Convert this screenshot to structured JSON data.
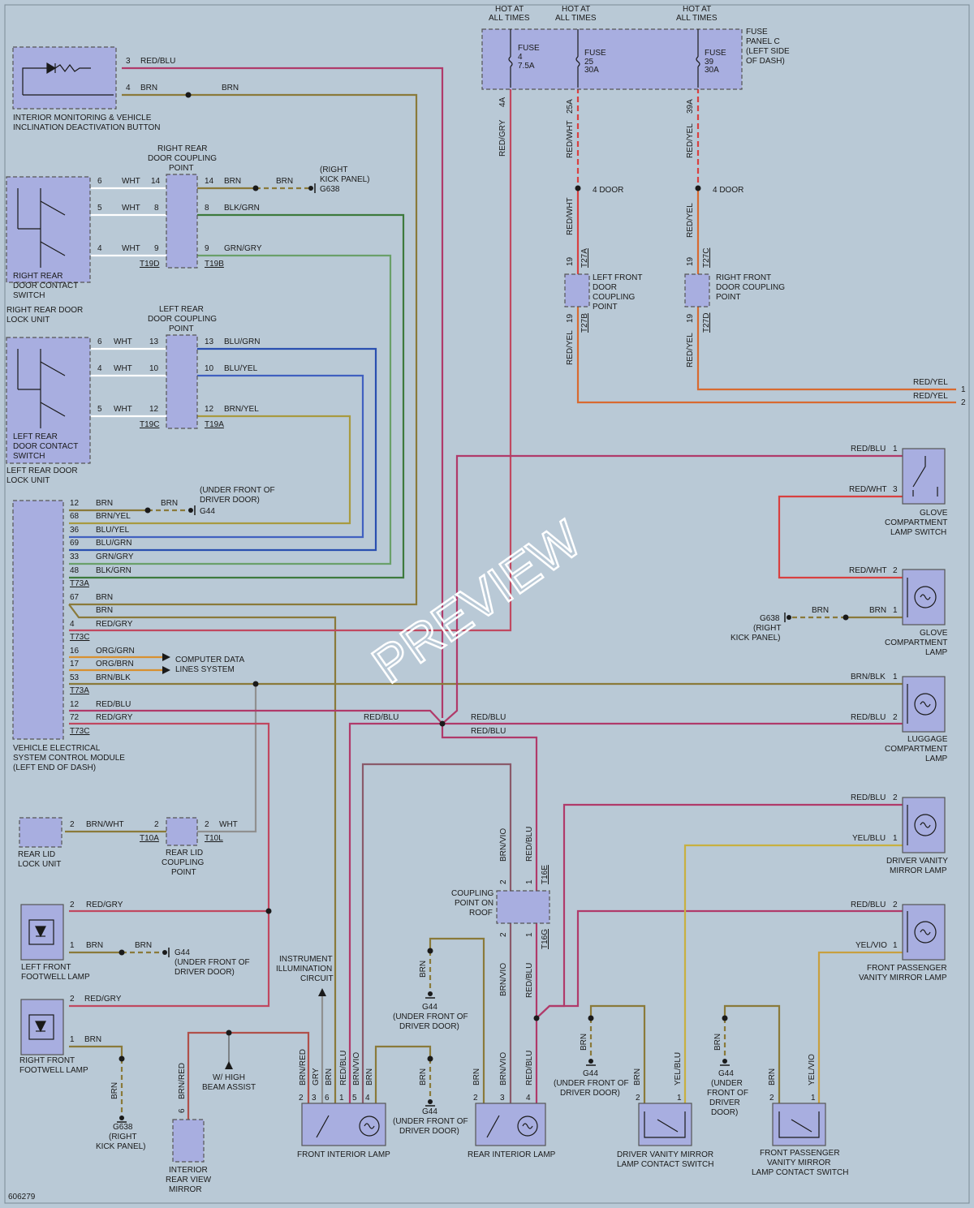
{
  "colors": {
    "background": "#b9c9d6",
    "component_fill": "#a8aee0",
    "wire_red_blu": "#b03a6a",
    "wire_brn": "#8a7a3a",
    "wire_wht": "#ffffff",
    "wire_blk_grn": "#3d7a3d",
    "wire_grn_gry": "#6aa06a",
    "wire_blu_grn": "#2a4fb0",
    "wire_blu_yel": "#4060c0",
    "wire_brn_yel": "#a89a40",
    "wire_red_gry": "#c04860",
    "wire_red_wht": "#d84040",
    "wire_red_yel": "#d86a30",
    "wire_org": "#d89030",
    "wire_yel_vio": "#c8a040",
    "wire_gry": "#909090"
  },
  "watermark": "PREVIEW",
  "diagram_id": "606279",
  "fuse_panel": {
    "hot_labels": [
      "HOT AT",
      "ALL TIMES"
    ],
    "panel_label": [
      "FUSE",
      "PANEL C",
      "(LEFT SIDE",
      "OF DASH)"
    ],
    "fuses": [
      {
        "name": "FUSE",
        "num": "4",
        "amp": "7.5A",
        "pin": "4A",
        "wire": "RED/GRY"
      },
      {
        "name": "FUSE",
        "num": "25",
        "amp": "30A",
        "pin": "25A",
        "wire": "RED/WHT"
      },
      {
        "name": "FUSE",
        "num": "39",
        "amp": "30A",
        "pin": "39A",
        "wire": "RED/YEL"
      }
    ],
    "four_door": "4 DOOR"
  },
  "components": {
    "interior_monitoring": [
      "INTERIOR MONITORING & VEHICLE",
      "INCLINATION DEACTIVATION BUTTON"
    ],
    "rr_coupling": [
      "RIGHT REAR",
      "DOOR COUPLING",
      "POINT"
    ],
    "rr_contact": [
      "RIGHT REAR",
      "DOOR CONTACT",
      "SWITCH"
    ],
    "rr_lock": [
      "RIGHT REAR DOOR",
      "LOCK UNIT"
    ],
    "lr_coupling": [
      "LEFT REAR",
      "DOOR COUPLING",
      "POINT"
    ],
    "lr_contact": [
      "LEFT REAR",
      "DOOR CONTACT",
      "SWITCH"
    ],
    "lr_lock": [
      "LEFT REAR DOOR",
      "LOCK UNIT"
    ],
    "vescm": [
      "VEHICLE ELECTRICAL",
      "SYSTEM CONTROL MODULE",
      "(LEFT END OF DASH)"
    ],
    "rear_lid_lock": [
      "REAR LID",
      "LOCK UNIT"
    ],
    "rear_lid_coupling": [
      "REAR LID",
      "COUPLING",
      "POINT"
    ],
    "lf_footwell": [
      "LEFT FRONT",
      "FOOTWELL LAMP"
    ],
    "rf_footwell": [
      "RIGHT FRONT",
      "FOOTWELL LAMP"
    ],
    "lf_coupling": [
      "LEFT FRONT",
      "DOOR",
      "COUPLING",
      "POINT"
    ],
    "rf_coupling": [
      "RIGHT FRONT",
      "DOOR COUPLING",
      "POINT"
    ],
    "glove_switch": [
      "GLOVE",
      "COMPARTMENT",
      "LAMP SWITCH"
    ],
    "glove_lamp": [
      "GLOVE",
      "COMPARTMENT",
      "LAMP"
    ],
    "luggage_lamp": [
      "LUGGAGE",
      "COMPARTMENT",
      "LAMP"
    ],
    "driver_vanity": [
      "DRIVER VANITY",
      "MIRROR LAMP"
    ],
    "fp_vanity": [
      "FRONT PASSENGER",
      "VANITY MIRROR LAMP"
    ],
    "coupling_roof": [
      "COUPLING",
      "POINT ON",
      "ROOF"
    ],
    "instrument": [
      "INSTRUMENT",
      "ILLUMINATION",
      "CIRCUIT"
    ],
    "high_beam": [
      "W/ HIGH",
      "BEAM ASSIST"
    ],
    "interior_mirror": [
      "INTERIOR",
      "REAR VIEW",
      "MIRROR"
    ],
    "front_interior": "FRONT INTERIOR LAMP",
    "rear_interior": "REAR INTERIOR LAMP",
    "driver_vanity_switch": [
      "DRIVER VANITY MIRROR",
      "LAMP CONTACT SWITCH"
    ],
    "fp_vanity_switch": [
      "FRONT PASSENGER",
      "VANITY MIRROR",
      "LAMP CONTACT SWITCH"
    ],
    "computer_data": [
      "COMPUTER DATA",
      "LINES SYSTEM"
    ]
  },
  "grounds": {
    "g638_rkp": [
      "(RIGHT",
      "KICK PANEL)"
    ],
    "g638": "G638",
    "g44": "G44",
    "g44_uf": [
      "(UNDER FRONT OF",
      "DRIVER DOOR)"
    ],
    "g638_right": [
      "G638",
      "(RIGHT",
      "KICK PANEL)"
    ],
    "g44_uf_short": [
      "G44",
      "(UNDER",
      "FRONT OF",
      "DRIVER",
      "DOOR)"
    ]
  },
  "connectors": {
    "t19d": "T19D",
    "t19b": "T19B",
    "t19c": "T19C",
    "t19a": "T19A",
    "t73a": "T73A",
    "t73c": "T73C",
    "t10a": "T10A",
    "t10l": "T10L",
    "t27a": "T27A",
    "t27b": "T27B",
    "t27c": "T27C",
    "t27d": "T27D",
    "t16e": "T16E",
    "t16g": "T16G"
  },
  "wires": {
    "red_blu": "RED/BLU",
    "brn": "BRN",
    "wht": "WHT",
    "blk_grn": "BLK/GRN",
    "grn_gry": "GRN/GRY",
    "blu_grn": "BLU/GRN",
    "blu_yel": "BLU/YEL",
    "brn_yel": "BRN/YEL",
    "red_gry": "RED/GRY",
    "org_grn": "ORG/GRN",
    "org_brn": "ORG/BRN",
    "brn_blk": "BRN/BLK",
    "brn_wht": "BRN/WHT",
    "red_wht": "RED/WHT",
    "red_yel": "RED/YEL",
    "yel_blu": "YEL/BLU",
    "yel_vio": "YEL/VIO",
    "brn_vio": "BRN/VIO",
    "brn_red": "BRN/RED",
    "gry": "GRY"
  },
  "pins": {
    "p1": "1",
    "p2": "2",
    "p3": "3",
    "p4": "4",
    "p5": "5",
    "p6": "6",
    "p8": "8",
    "p9": "9",
    "p10": "10",
    "p12": "12",
    "p13": "13",
    "p14": "14",
    "p16": "16",
    "p17": "17",
    "p19": "19",
    "p33": "33",
    "p36": "36",
    "p48": "48",
    "p53": "53",
    "p67": "67",
    "p68": "68",
    "p69": "69",
    "p72": "72"
  }
}
